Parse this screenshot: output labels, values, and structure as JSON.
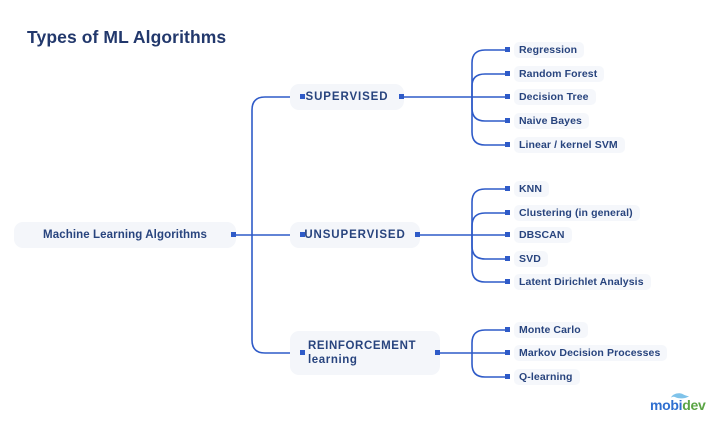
{
  "page": {
    "title": "Types of ML Algorithms",
    "background_color": "#FFFFFF",
    "text_color": "#28447E",
    "title_color": "#22386C",
    "line_color": "#2F5BC8",
    "node_fill": "#F4F6FA"
  },
  "diagram": {
    "type": "tree",
    "root": {
      "label": "Machine Learning Algorithms"
    },
    "branches": [
      {
        "label": "SUPERVISED",
        "leaves": [
          "Regression",
          "Random Forest",
          "Decision Tree",
          "Naive Bayes",
          "Linear / kernel SVM"
        ]
      },
      {
        "label": "UNSUPERVISED",
        "leaves": [
          "KNN",
          "Clustering (in general)",
          "DBSCAN",
          "SVD",
          "Latent Dirichlet Analysis"
        ]
      },
      {
        "label": "REINFORCEMENT\nlearning",
        "leaves": [
          "Monte Carlo",
          "Markov Decision Processes",
          "Q-learning"
        ]
      }
    ]
  },
  "logo": {
    "part1": "mobi",
    "part2": "dev",
    "color1": "#2F6FD0",
    "color2": "#5AA444"
  }
}
